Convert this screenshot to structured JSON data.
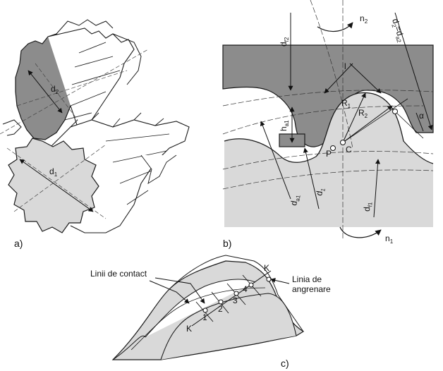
{
  "panels": {
    "a": "a)",
    "b": "b)",
    "c": "c)"
  },
  "panel_a": {
    "d2": "d",
    "d2_sub": "2",
    "d1": "d",
    "d1_sub": "1"
  },
  "panel_b": {
    "n2": "n",
    "n2_sub": "2",
    "n1": "n",
    "n1_sub": "1",
    "df2": "d",
    "df2_sub": "f2",
    "d2eq": "d",
    "d2eq_sub1": "2",
    "d2eq_mid": "=d",
    "d2eq_sub2": "a2",
    "l": "l",
    "R1": "R",
    "R1_sub": "1",
    "R2": "R",
    "R2_sub": "2",
    "alpha": "α",
    "h01": "h",
    "h01_sub": "a1",
    "P": "P",
    "C": "C",
    "da1": "d",
    "da1_sub": "a1",
    "d1": "d",
    "d1_sub": "1",
    "df1": "d",
    "df1_sub": "f1"
  },
  "panel_c": {
    "contact_lines": "Linii de contact",
    "gearing_line_1": "Linia de",
    "gearing_line_2": "angrenare",
    "K_top": "K",
    "K_bottom": "K",
    "n1": "1",
    "n2": "2",
    "n3": "3",
    "n4": "4"
  },
  "colors": {
    "dark_gear": "#8c8c8c",
    "light_gear": "#d9d9d9",
    "stroke": "#1a1a1a"
  }
}
